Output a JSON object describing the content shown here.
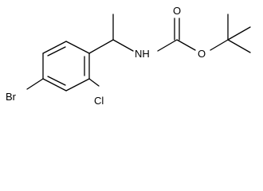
{
  "molecule": {
    "atoms": {
      "nh": "NH",
      "o_carbonyl": "O",
      "o_ester": "O",
      "br": "Br",
      "cl": "Cl"
    }
  }
}
